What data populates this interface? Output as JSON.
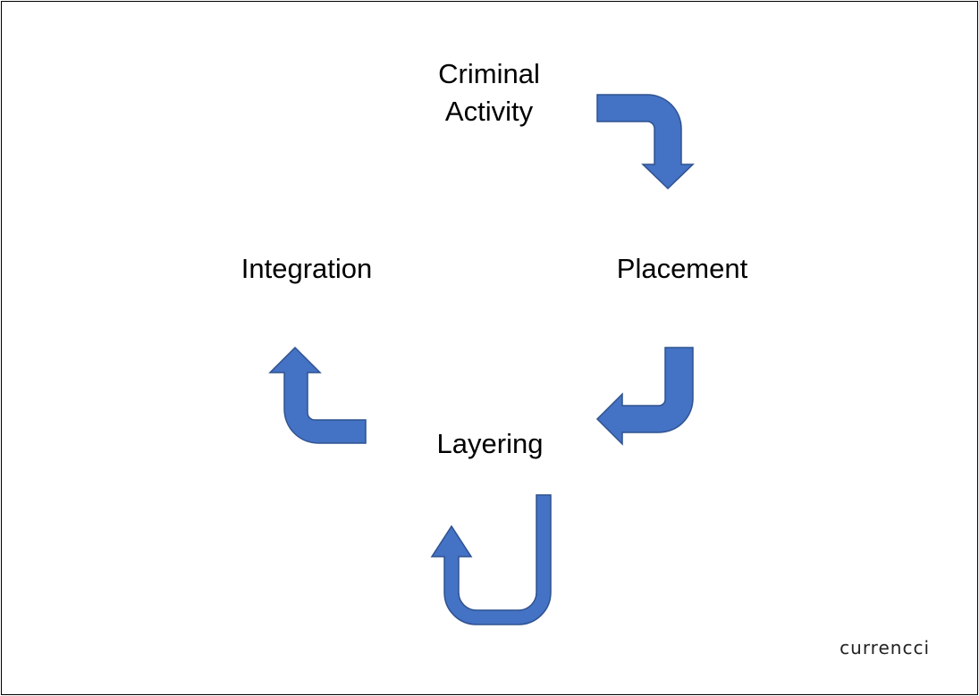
{
  "diagram": {
    "stages": {
      "criminal_activity": [
        "Criminal",
        "Activity"
      ],
      "placement": "Placement",
      "layering": "Layering",
      "integration": "Integration"
    },
    "brand": "currencci",
    "colors": {
      "arrow_fill": "#4472C4",
      "arrow_stroke": "#2F528F",
      "text": "#000000",
      "background": "#ffffff"
    }
  }
}
